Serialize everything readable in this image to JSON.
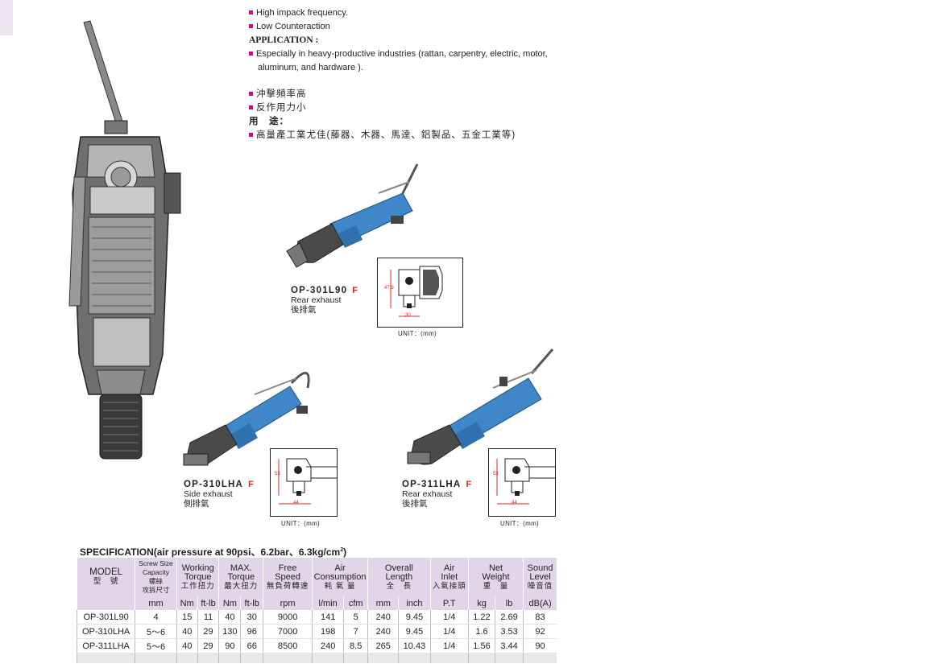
{
  "features": {
    "en_items": [
      "High impack frequency.",
      "Low Counteraction"
    ],
    "application_label": "APPLICATION",
    "application_colon": ":",
    "application_text_1": "Especially in heavy-productive industries (rattan, carpentry, electric, motor,",
    "application_text_2": "aluminum, and hardware ).",
    "cn_items": [
      "沖擊頻率高",
      "反作用力小"
    ],
    "cn_application_label": "用　途：",
    "cn_application_text": "高量產工業尤佳(藤器、木器、馬達、鋁製品、五金工業等)"
  },
  "products": [
    {
      "model": "OP-301L90",
      "variant": "F",
      "exhaust_en": "Rear exhaust",
      "exhaust_cn": "後排氣",
      "dim_height": "47.9",
      "dim_width": "30",
      "unit": "UNIT：(mm)"
    },
    {
      "model": "OP-310LHA",
      "variant": "F",
      "exhaust_en": "Side exhaust",
      "exhaust_cn": "側排氣",
      "dim_height": "53",
      "dim_width": "44",
      "unit": "UNIT：(mm)"
    },
    {
      "model": "OP-311LHA",
      "variant": "F",
      "exhaust_en": "Rear exhaust",
      "exhaust_cn": "後排氣",
      "dim_height": "53",
      "dim_width": "44",
      "unit": "UNIT：(mm)"
    }
  ],
  "colors": {
    "accent_square": "#e2007a",
    "variant_red": "#e2231a",
    "header_lavender": "#e1d5e8",
    "tool_blue": "#3f87c9"
  },
  "spec": {
    "title": "SPECIFICATION(air pressure at 90psi、6.2bar、6.3kg/cm",
    "title_sup": "2",
    "title_end": ")",
    "headers": {
      "model_en": "MODEL",
      "model_cn": "型　號",
      "screw_en_1": "Screw Size",
      "screw_en_2": "Capacity",
      "screw_cn_1": "螺絲",
      "screw_cn_2": "攻拆尺寸",
      "working_en_1": "Working",
      "working_en_2": "Torque",
      "working_cn": "工作扭力",
      "max_en_1": "MAX.",
      "max_en_2": "Torque",
      "max_cn": "最大扭力",
      "free_en_1": "Free",
      "free_en_2": "Speed",
      "free_cn": "無負荷轉速",
      "air_en_1": "Air",
      "air_en_2": "Consumption",
      "air_cn": "耗 氣 量",
      "overall_en_1": "Overall",
      "overall_en_2": "Length",
      "overall_cn": "全　長",
      "inlet_en_1": "Air",
      "inlet_en_2": "Inlet",
      "inlet_cn": "入氣接頭",
      "net_en_1": "Net",
      "net_en_2": "Weight",
      "net_cn": "重　量",
      "sound_en_1": "Sound",
      "sound_en_2": "Level",
      "sound_cn": "噪音值"
    },
    "units": [
      "mm",
      "Nm",
      "ft-lb",
      "Nm",
      "ft-lb",
      "rpm",
      "l/min",
      "cfm",
      "mm",
      "inch",
      "P.T",
      "kg",
      "lb",
      "dB(A)"
    ],
    "rows": [
      [
        "OP-301L90",
        "4",
        "15",
        "11",
        "40",
        "30",
        "9000",
        "141",
        "5",
        "240",
        "9.45",
        "1/4",
        "1.22",
        "2.69",
        "83"
      ],
      [
        "OP-310LHA",
        "5～6",
        "40",
        "29",
        "130",
        "96",
        "7000",
        "198",
        "7",
        "240",
        "9.45",
        "1/4",
        "1.6",
        "3.53",
        "92"
      ],
      [
        "OP-311LHA",
        "5～6",
        "40",
        "29",
        "90",
        "66",
        "8500",
        "240",
        "8.5",
        "265",
        "10.43",
        "1/4",
        "1.56",
        "3.44",
        "90"
      ]
    ]
  }
}
